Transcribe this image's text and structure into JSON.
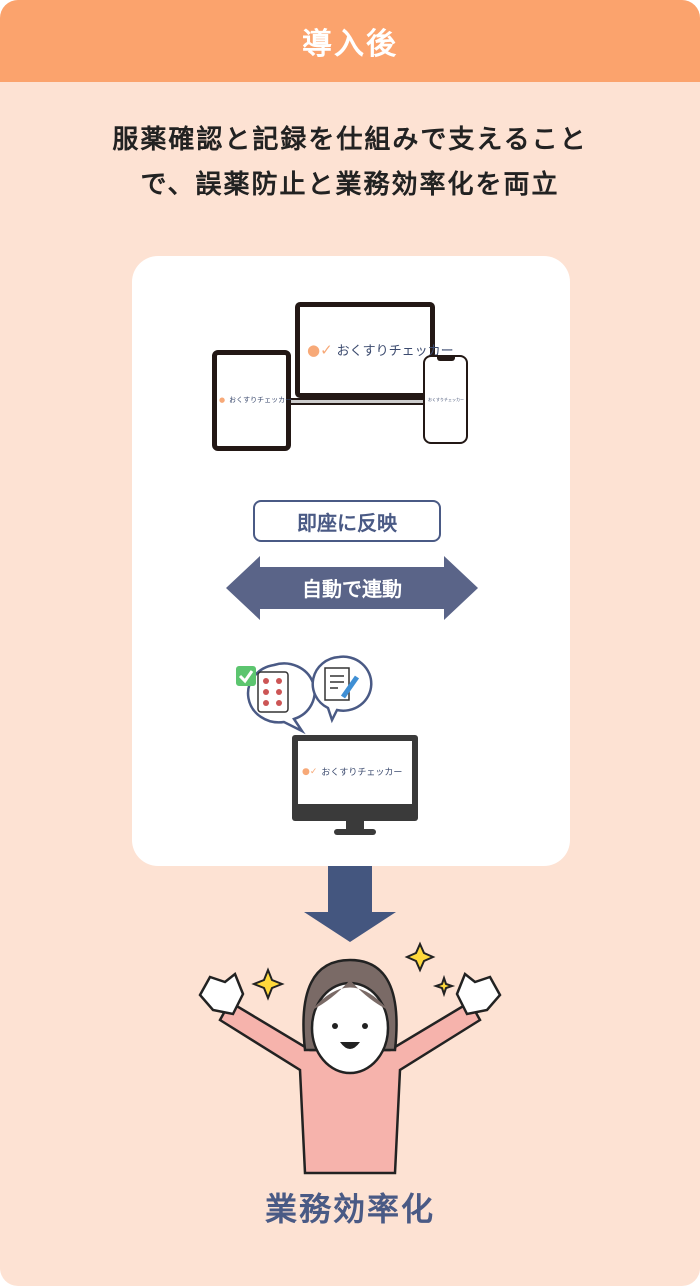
{
  "header": {
    "title": "導入後"
  },
  "lead": {
    "line1": "服薬確認と記録を仕組みで支えること",
    "line2": "で、誤薬防止と業務効率化を両立"
  },
  "app": {
    "name": "おくすりチェッカー"
  },
  "diagram": {
    "instant_label": "即座に反映",
    "sync_label": "自動で連動"
  },
  "result": {
    "label": "業務効率化"
  },
  "colors": {
    "header": "#FBA36D",
    "background": "#FDE2D3",
    "navy": "#4A5A85",
    "accent": "#F7A978"
  }
}
